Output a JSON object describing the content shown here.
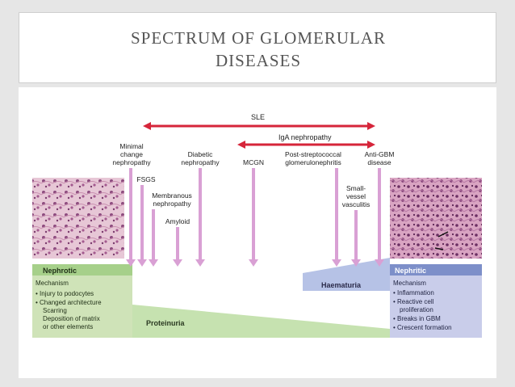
{
  "slide": {
    "title_line1": "SPECTRUM OF GLOMERULAR",
    "title_line2": "DISEASES"
  },
  "diagram": {
    "top_arrows": {
      "sle": "SLE",
      "iga": "IgA nephropathy"
    },
    "diseases": {
      "minimal_change": [
        "Minimal",
        "change",
        "nephropathy"
      ],
      "diabetic": [
        "Diabetic",
        "nephropathy"
      ],
      "mcgn": "MCGN",
      "post_strep": [
        "Post-streptococcal",
        "glomerulonephritis"
      ],
      "anti_gbm": [
        "Anti-GBM",
        "disease"
      ],
      "fsgs": "FSGS",
      "membranous": [
        "Membranous",
        "nephropathy"
      ],
      "amyloid": "Amyloid",
      "small_vessel": [
        "Small-",
        "vessel",
        "vasculitis"
      ]
    },
    "nephrotic": {
      "header": "Nephrotic",
      "mechanism": "Mechanism",
      "items": [
        "• Injury to podocytes",
        "• Changed architecture",
        "Scarring",
        "Deposition of matrix",
        "or other elements"
      ]
    },
    "nephritic": {
      "header": "Nephritic",
      "mechanism": "Mechanism",
      "items": [
        "• Inflammation",
        "• Reactive cell",
        "proliferation",
        "• Breaks in GBM",
        "• Crescent formation"
      ]
    },
    "haematuria": "Haematuria",
    "proteinuria": "Proteinuria",
    "colors": {
      "red_arrow": "#d6253a",
      "pink_arrow": "#d9a0d4",
      "nephrotic_fill": "#cfe3b8",
      "nephrotic_header": "#a6d08a",
      "nephritic_fill": "#c9cdea",
      "nephritic_header": "#7d8fc9",
      "haematuria_wedge": "#b6c2e6",
      "proteinuria_wedge": "#c6e2b0"
    }
  }
}
